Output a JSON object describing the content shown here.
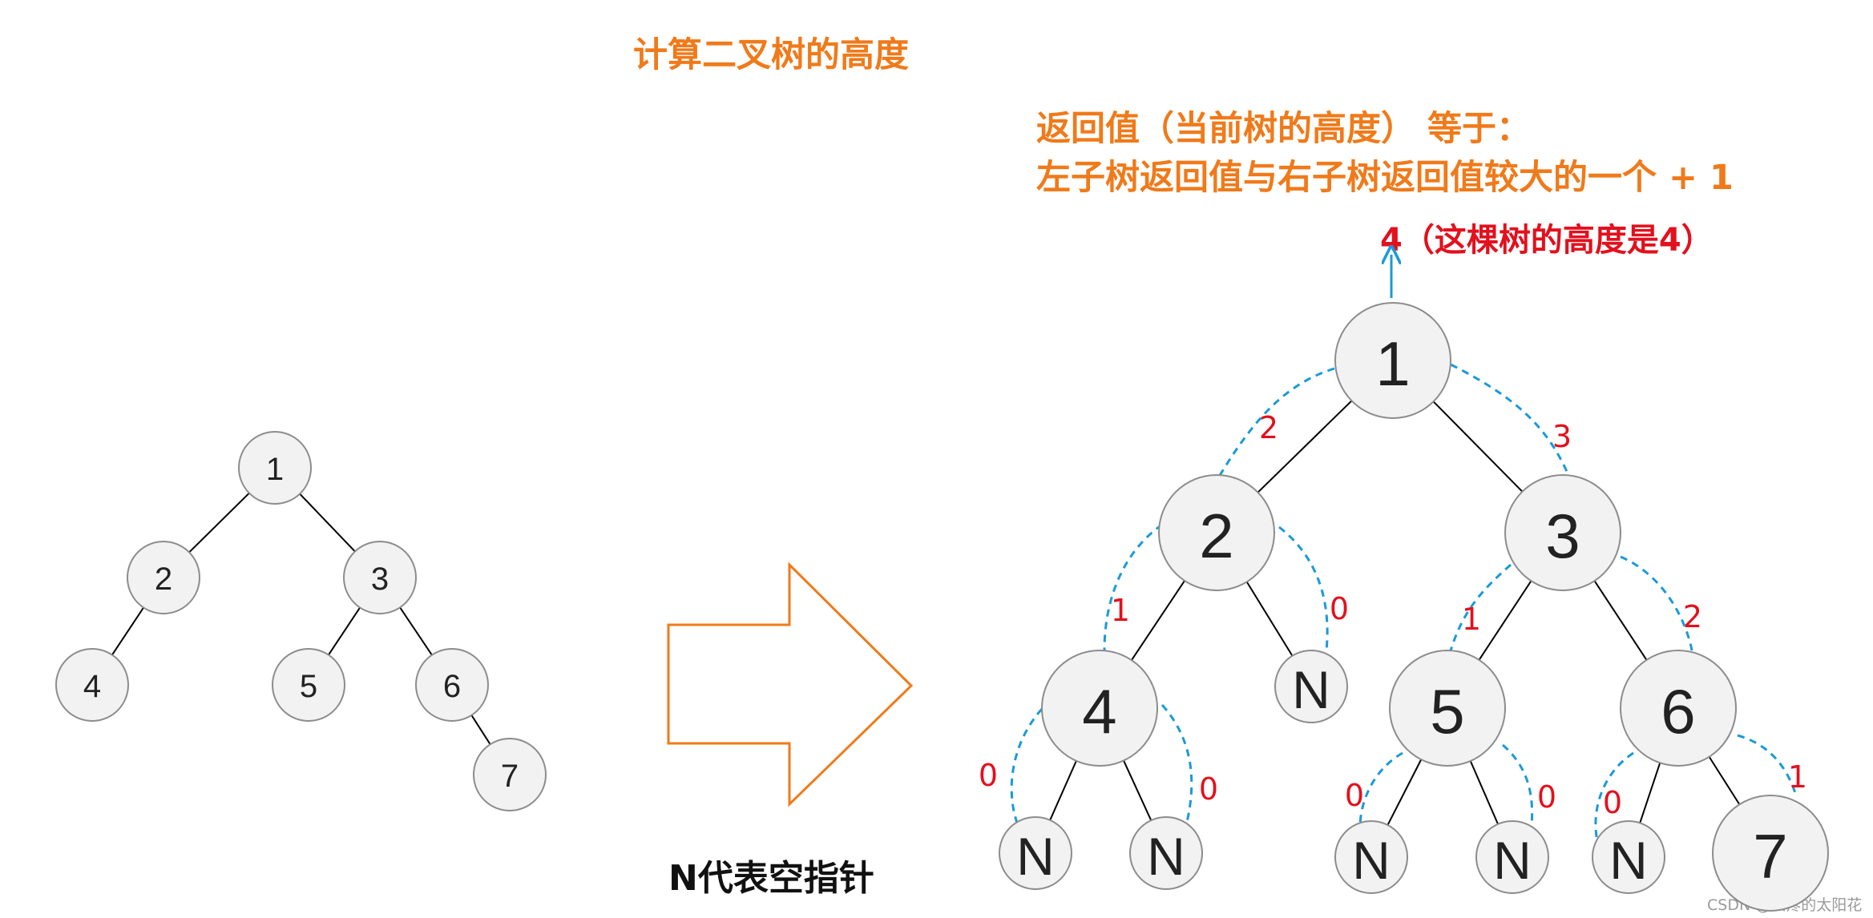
{
  "title": "计算二叉树的高度",
  "rule_line1": "返回值（当前树的高度） 等于：",
  "rule_line2": "左子树返回值与右子树返回值较大的一个 + 1",
  "root_return": "4（这棵树的高度是4）",
  "legend": "N代表空指针",
  "watermark": "CSDN @头疼的太阳花",
  "colors": {
    "accent_orange": "#f07a1a",
    "return_red": "#e3101d",
    "return_path_blue": "#1a9ad6",
    "node_fill": "#f2f2f2"
  },
  "small_tree": {
    "nodes": [
      {
        "id": "s1",
        "label": "1"
      },
      {
        "id": "s2",
        "label": "2"
      },
      {
        "id": "s3",
        "label": "3"
      },
      {
        "id": "s4",
        "label": "4"
      },
      {
        "id": "s5",
        "label": "5"
      },
      {
        "id": "s6",
        "label": "6"
      },
      {
        "id": "s7",
        "label": "7"
      }
    ],
    "edges": [
      [
        "s1",
        "s2"
      ],
      [
        "s1",
        "s3"
      ],
      [
        "s2",
        "s4"
      ],
      [
        "s3",
        "s5"
      ],
      [
        "s3",
        "s6"
      ],
      [
        "s6",
        "s7"
      ]
    ]
  },
  "big_tree": {
    "nodes": [
      {
        "id": "b1",
        "label": "1"
      },
      {
        "id": "b2",
        "label": "2"
      },
      {
        "id": "b3",
        "label": "3"
      },
      {
        "id": "b4",
        "label": "4"
      },
      {
        "id": "bN1",
        "label": "N"
      },
      {
        "id": "b5",
        "label": "5"
      },
      {
        "id": "b6",
        "label": "6"
      },
      {
        "id": "bN2",
        "label": "N"
      },
      {
        "id": "bN3",
        "label": "N"
      },
      {
        "id": "bN4",
        "label": "N"
      },
      {
        "id": "bN5",
        "label": "N"
      },
      {
        "id": "bN6",
        "label": "N"
      },
      {
        "id": "b7",
        "label": "7"
      }
    ],
    "edges": [
      [
        "b1",
        "b2"
      ],
      [
        "b1",
        "b3"
      ],
      [
        "b2",
        "b4"
      ],
      [
        "b2",
        "bN1"
      ],
      [
        "b3",
        "b5"
      ],
      [
        "b3",
        "b6"
      ],
      [
        "b4",
        "bN2"
      ],
      [
        "b4",
        "bN3"
      ],
      [
        "b5",
        "bN4"
      ],
      [
        "b5",
        "bN5"
      ],
      [
        "b6",
        "bN6"
      ],
      [
        "b6",
        "b7"
      ]
    ],
    "return_values": [
      {
        "id": "r_b1_b2",
        "label": "2"
      },
      {
        "id": "r_b1_b3",
        "label": "3"
      },
      {
        "id": "r_b2_b4",
        "label": "1"
      },
      {
        "id": "r_b2_bN1",
        "label": "0"
      },
      {
        "id": "r_b3_b5",
        "label": "1"
      },
      {
        "id": "r_b3_b6",
        "label": "2"
      },
      {
        "id": "r_b4_bN2",
        "label": "0"
      },
      {
        "id": "r_b4_bN3",
        "label": "0"
      },
      {
        "id": "r_b5_bN4",
        "label": "0"
      },
      {
        "id": "r_b5_bN5",
        "label": "0"
      },
      {
        "id": "r_b6_bN6",
        "label": "0"
      },
      {
        "id": "r_b6_b7",
        "label": "1"
      }
    ]
  }
}
